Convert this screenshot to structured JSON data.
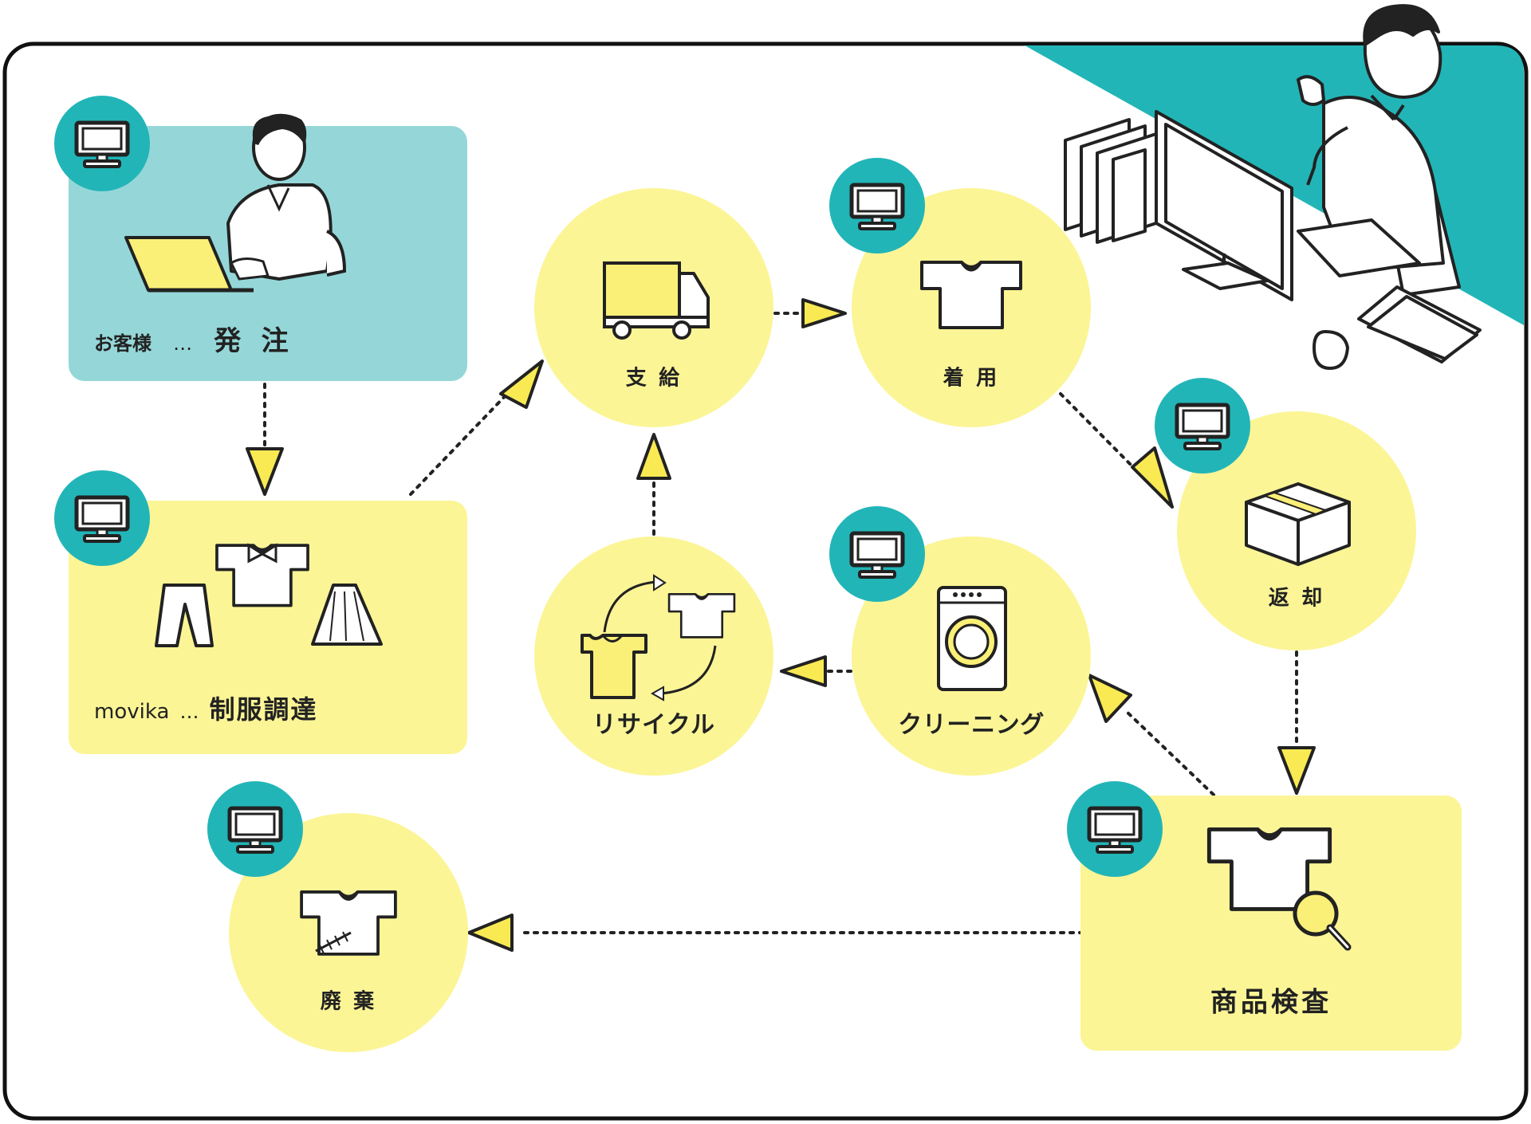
{
  "colors": {
    "teal": "#22b5b8",
    "teal_light": "#95d7d8",
    "yellow": "#fbf596",
    "arrow_yellow": "#f9ea53",
    "outline": "#222222"
  },
  "nodes": {
    "order": {
      "customer": "お客様",
      "ellipsis": "…",
      "action": "発 注"
    },
    "procurement": {
      "brand": "movika",
      "ellipsis": "…",
      "action": "制服調達"
    },
    "supply": {
      "label": "支 給"
    },
    "wear": {
      "label": "着 用"
    },
    "return": {
      "label": "返 却"
    },
    "recycle": {
      "label": "リサイクル"
    },
    "cleaning": {
      "label": "クリーニング"
    },
    "inspection": {
      "label": "商品検査"
    },
    "disposal": {
      "label": "廃 棄"
    }
  },
  "icons": [
    "monitor-icon",
    "truck-icon",
    "tshirt-icon",
    "cardboard-box-icon",
    "washing-machine-icon",
    "recycle-arrows-icon",
    "magnifier-icon",
    "torn-shirt-icon",
    "clothes-set-icon",
    "laptop-person-illustration",
    "desktop-person-illustration"
  ]
}
